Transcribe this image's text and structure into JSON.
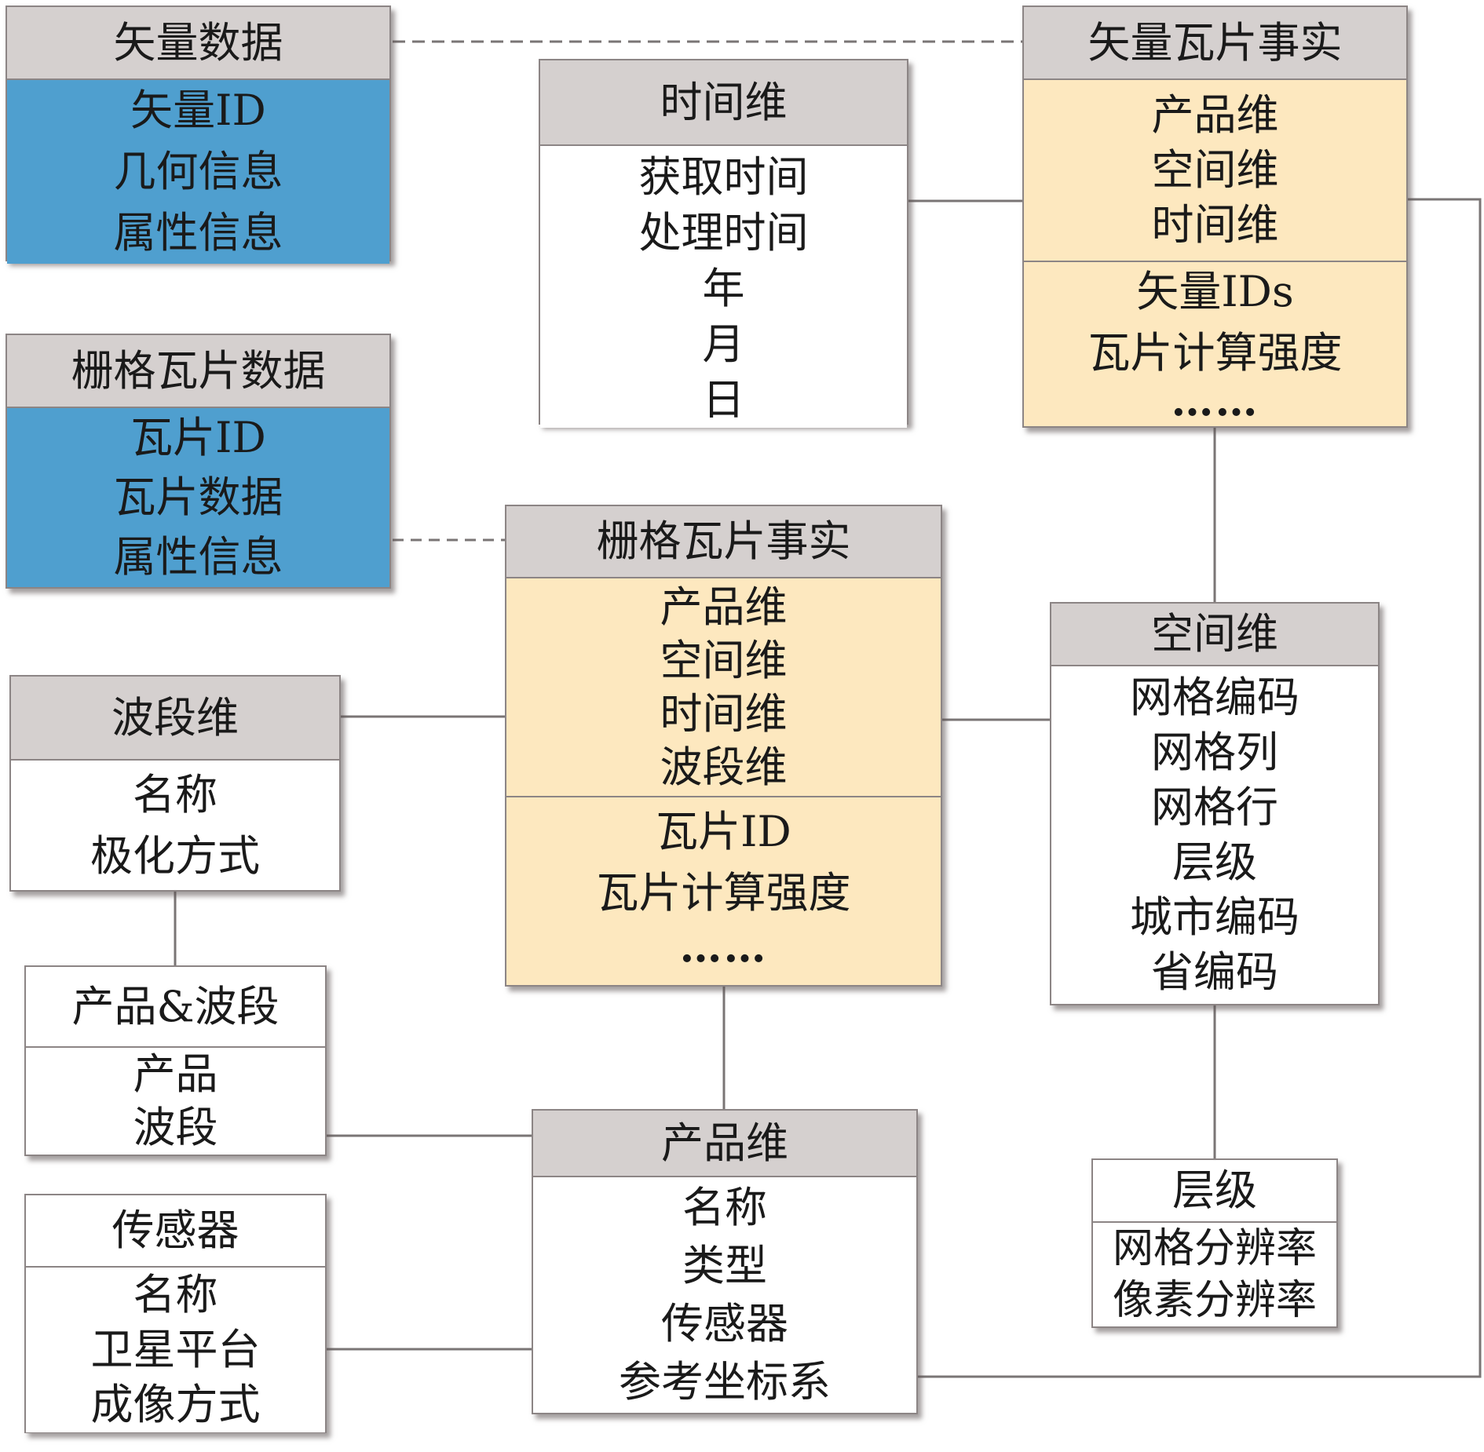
{
  "diagram": {
    "colors": {
      "header": "#d5d0cf",
      "data_box": "#4f9fcf",
      "fact_box": "#fde8bf",
      "dimension_box": "#ffffff",
      "line": "#7a7575"
    },
    "boxes": {
      "vector_data": {
        "title": "矢量数据",
        "rows": [
          "矢量ID",
          "几何信息",
          "属性信息"
        ]
      },
      "raster_tile_data": {
        "title": "栅格瓦片数据",
        "rows": [
          "瓦片ID",
          "瓦片数据",
          "属性信息"
        ]
      },
      "time_dim": {
        "title": "时间维",
        "rows": [
          "获取时间",
          "处理时间",
          "年",
          "月",
          "日"
        ]
      },
      "vector_tile_fact": {
        "title": "矢量瓦片事实",
        "keys": [
          "产品维",
          "空间维",
          "时间维"
        ],
        "measures": [
          "矢量IDs",
          "瓦片计算强度",
          "……"
        ]
      },
      "raster_tile_fact": {
        "title": "栅格瓦片事实",
        "keys": [
          "产品维",
          "空间维",
          "时间维",
          "波段维"
        ],
        "measures": [
          "瓦片ID",
          "瓦片计算强度",
          "……"
        ]
      },
      "spatial_dim": {
        "title": "空间维",
        "rows": [
          "网格编码",
          "网格列",
          "网格行",
          "层级",
          "城市编码",
          "省编码"
        ]
      },
      "band_dim": {
        "title": "波段维",
        "rows": [
          "名称",
          "极化方式"
        ]
      },
      "product_band": {
        "title": "产品&波段",
        "rows": [
          "产品",
          "波段"
        ]
      },
      "sensor": {
        "title": "传感器",
        "rows": [
          "名称",
          "卫星平台",
          "成像方式"
        ]
      },
      "product_dim": {
        "title": "产品维",
        "rows": [
          "名称",
          "类型",
          "传感器",
          "参考坐标系"
        ]
      },
      "level": {
        "title": "层级",
        "rows": [
          "网格分辨率",
          "像素分辨率"
        ]
      }
    },
    "connections": [
      {
        "from": "vector_data",
        "to": "vector_tile_fact",
        "style": "dashed"
      },
      {
        "from": "raster_tile_data",
        "to": "raster_tile_fact",
        "style": "dashed"
      },
      {
        "from": "time_dim",
        "to": "vector_tile_fact",
        "style": "solid"
      },
      {
        "from": "vector_tile_fact",
        "to": "spatial_dim",
        "style": "solid"
      },
      {
        "from": "vector_tile_fact",
        "to": "product_dim",
        "style": "solid"
      },
      {
        "from": "band_dim",
        "to": "raster_tile_fact",
        "style": "solid"
      },
      {
        "from": "raster_tile_fact",
        "to": "spatial_dim",
        "style": "solid"
      },
      {
        "from": "raster_tile_fact",
        "to": "product_dim",
        "style": "solid"
      },
      {
        "from": "band_dim",
        "to": "product_band",
        "style": "solid"
      },
      {
        "from": "product_band",
        "to": "product_dim",
        "style": "solid"
      },
      {
        "from": "sensor",
        "to": "product_dim",
        "style": "solid"
      },
      {
        "from": "spatial_dim",
        "to": "level",
        "style": "solid"
      }
    ]
  }
}
